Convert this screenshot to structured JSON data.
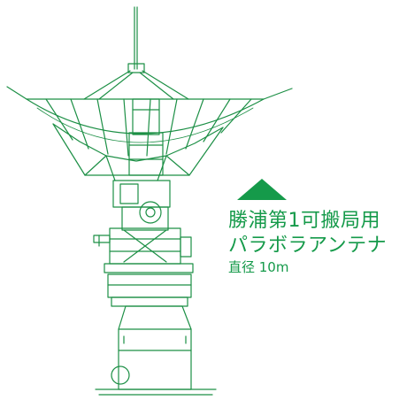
{
  "caption": {
    "line1": "勝浦第1可搬局用",
    "line2": "パラボラアンテナ",
    "line3": "直径 10m"
  },
  "colors": {
    "accent": "#159a4a",
    "line": "#1c8f45"
  },
  "illustration": "parabolic-antenna"
}
